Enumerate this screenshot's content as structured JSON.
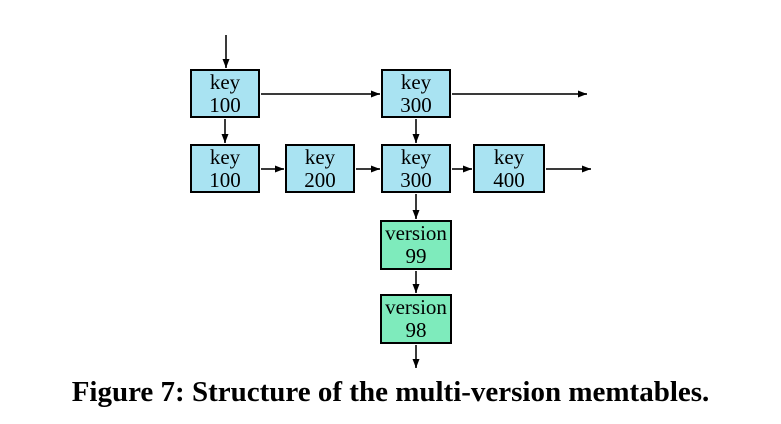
{
  "figure": {
    "caption": "Figure 7: Structure of the multi-version memtables."
  },
  "colors": {
    "key_node_fill": "#A9E3F2",
    "version_node_fill": "#7EEBBC",
    "node_border": "#000000",
    "arrow_line": "#3A3A3A",
    "arrow_head": "#000000",
    "background": "#FFFFFF"
  },
  "diagram": {
    "kind": "skip-list multi-version memtable",
    "nodes": [
      {
        "id": "level1-key-100",
        "type": "key",
        "line1": "key",
        "line2": "100"
      },
      {
        "id": "level1-key-300",
        "type": "key",
        "line1": "key",
        "line2": "300"
      },
      {
        "id": "level0-key-100",
        "type": "key",
        "line1": "key",
        "line2": "100"
      },
      {
        "id": "level0-key-200",
        "type": "key",
        "line1": "key",
        "line2": "200"
      },
      {
        "id": "level0-key-300",
        "type": "key",
        "line1": "key",
        "line2": "300"
      },
      {
        "id": "level0-key-400",
        "type": "key",
        "line1": "key",
        "line2": "400"
      },
      {
        "id": "version-99",
        "type": "version",
        "line1": "version",
        "line2": "99"
      },
      {
        "id": "version-98",
        "type": "version",
        "line1": "version",
        "line2": "98"
      }
    ],
    "edges": [
      {
        "from": "entry",
        "to": "level1-key-100"
      },
      {
        "from": "level1-key-100",
        "to": "level1-key-300"
      },
      {
        "from": "level1-key-300",
        "to": "out-right-level1"
      },
      {
        "from": "level1-key-100",
        "to": "level0-key-100"
      },
      {
        "from": "level1-key-300",
        "to": "level0-key-300"
      },
      {
        "from": "level0-key-100",
        "to": "level0-key-200"
      },
      {
        "from": "level0-key-200",
        "to": "level0-key-300"
      },
      {
        "from": "level0-key-300",
        "to": "level0-key-400"
      },
      {
        "from": "level0-key-400",
        "to": "out-right-level0"
      },
      {
        "from": "level0-key-300",
        "to": "version-99"
      },
      {
        "from": "version-99",
        "to": "version-98"
      },
      {
        "from": "version-98",
        "to": "out-bottom"
      }
    ]
  }
}
